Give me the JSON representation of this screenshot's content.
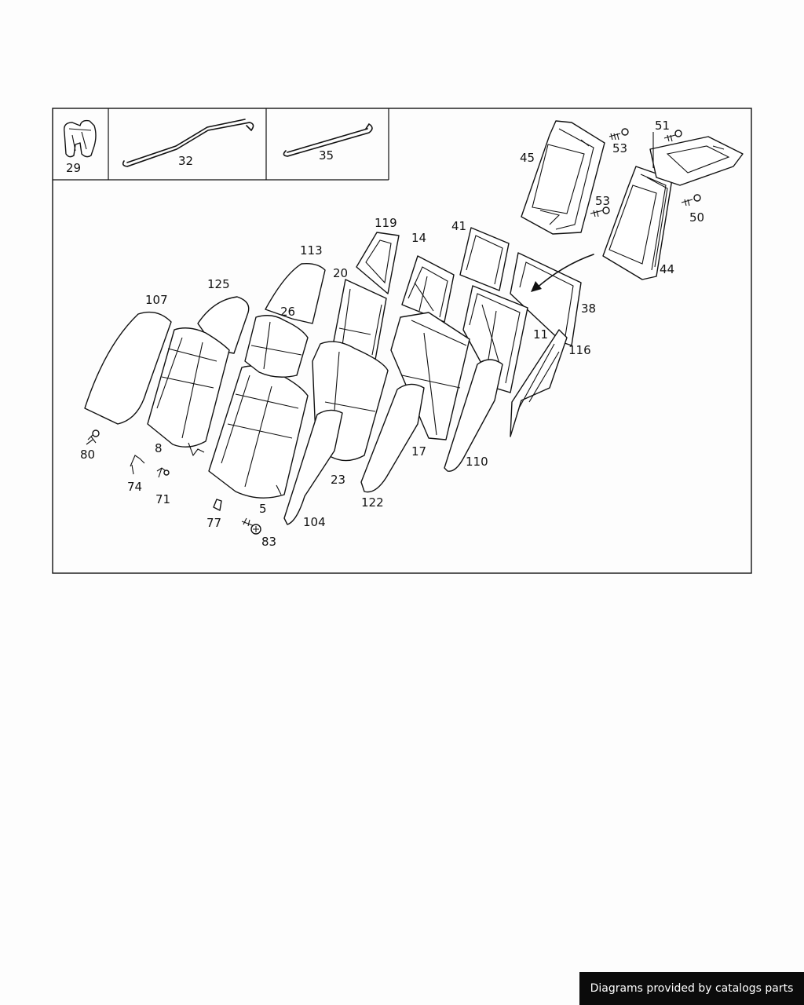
{
  "diagram": {
    "inset_labels": [
      "29",
      "32",
      "35"
    ],
    "callouts": [
      "51",
      "53",
      "45",
      "53",
      "50",
      "44",
      "119",
      "14",
      "41",
      "113",
      "20",
      "38",
      "125",
      "26",
      "107",
      "11",
      "116",
      "8",
      "80",
      "74",
      "71",
      "17",
      "110",
      "23",
      "122",
      "5",
      "77",
      "104",
      "83"
    ]
  },
  "footer": {
    "text": "Diagrams provided by catalogs parts"
  },
  "colors": {
    "background": "#fdfdfd",
    "line": "#111111",
    "footer_bg": "#0b0b0b",
    "footer_text": "#ffffff"
  }
}
